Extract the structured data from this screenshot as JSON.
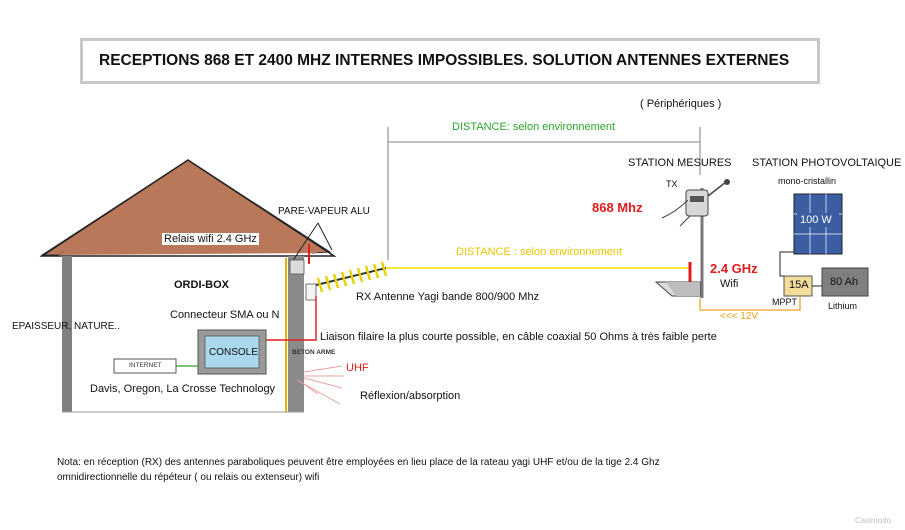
{
  "title": "RECEPTIONS  868 ET 2400 MHZ INTERNES IMPOSSIBLES. SOLUTION ANTENNES EXTERNES",
  "peripheriques": "( Périphériques )",
  "distance_top": "DISTANCE: selon environnement",
  "distance_mid": "DISTANCE : selon environnement",
  "station_mesures": "STATION MESURES",
  "station_photovoltaique": "STATION PHOTOVOLTAIQUE",
  "mono_cristallin": "mono-cristallin",
  "tx": "TX",
  "freq_868": "868 Mhz",
  "freq_24": "2.4 GHz",
  "wifi": "Wifi",
  "panel_power": "100 W",
  "regulator": "15A",
  "battery": "80 Ah",
  "mppt": "MPPT",
  "lithium": "Lithium",
  "voltage": "<<< 12V",
  "pare_vapeur": "PARE-VAPEUR ALU",
  "relais_wifi": "Relais wifi 2.4 GHz",
  "ordi_box": "ORDI-BOX",
  "rx_antenne": "RX Antenne Yagi bande 800/900 Mhz",
  "connecteur": "Connecteur SMA ou N",
  "epaisseur": "EPAISSEUR, NATURE..",
  "liaison": "Liaison filaire la plus courte possible, en câble coaxial 50 Ohms à très faible perte",
  "internet": "INTERNET",
  "console": "CONSOLE",
  "beton": "BETON ARME",
  "uhf": "UHF",
  "brands": "Davis, Oregon, La Crosse Technology",
  "reflexion": "Réflexion/absorption",
  "nota_line1": "Nota: en réception (RX) des antennes paraboliques peuvent être employées en lieu place de la rateau yagi UHF et/ou de la tige 2.4 Ghz",
  "nota_line2": "omnidirectionnelle du répéteur ( ou relais ou extenseur) wifi",
  "watermark": "Casimodo",
  "colors": {
    "roof": "#b9785a",
    "wall": "#808080",
    "panel": "#3b5ea3",
    "regulator": "#f2dc9c",
    "battery": "#808080",
    "green_text": "#2aa52a",
    "yellow_line": "#f5e000",
    "red": "#e01c1c",
    "orange": "#f0a020"
  }
}
